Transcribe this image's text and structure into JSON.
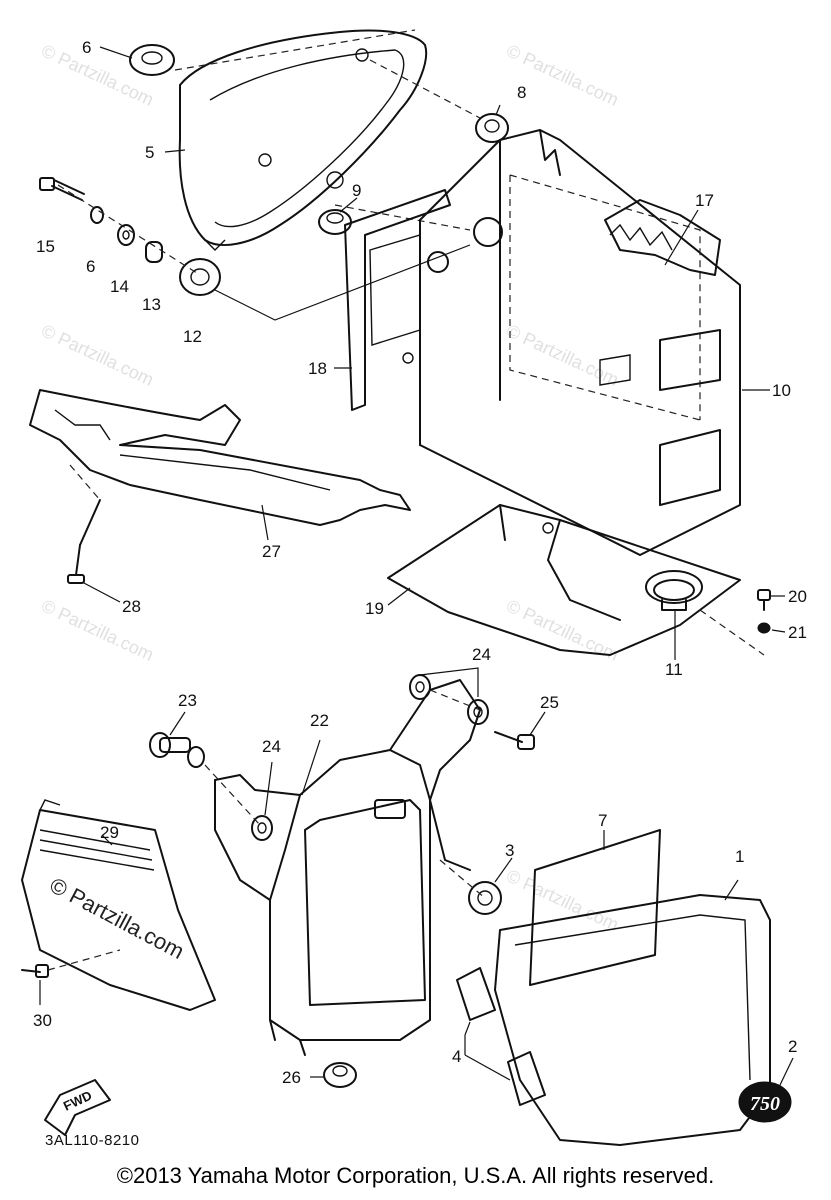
{
  "callouts": {
    "c1": "1",
    "c2": "2",
    "c3": "3",
    "c4": "4",
    "c5": "5",
    "c6a": "6",
    "c6b": "6",
    "c7": "7",
    "c8": "8",
    "c9": "9",
    "c10": "10",
    "c11": "11",
    "c12": "12",
    "c13": "13",
    "c14": "14",
    "c15": "15",
    "c17": "17",
    "c18": "18",
    "c19": "19",
    "c20": "20",
    "c21": "21",
    "c22": "22",
    "c23": "23",
    "c24a": "24",
    "c24b": "24",
    "c25": "25",
    "c26": "26",
    "c27": "27",
    "c28": "28",
    "c29": "29",
    "c30": "30"
  },
  "labels": {
    "fwd": "FWD",
    "badge": "750",
    "diagram_code": "3AL110-8210"
  },
  "watermark": {
    "text": "© Partzilla.com",
    "center_text": "© Partzilla.com"
  },
  "copyright": "©2013  Yamaha Motor Corporation, U.S.A. All rights reserved."
}
